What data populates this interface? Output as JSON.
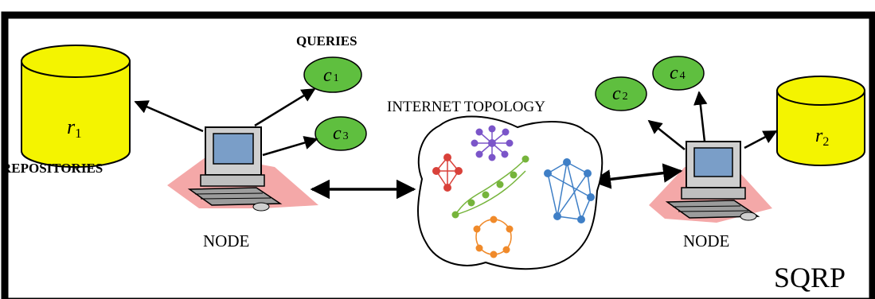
{
  "diagram": {
    "title": "SQRP",
    "queries_label": "QUERIES",
    "repositories_label": "REPOSITORIES",
    "internet_label": "INTERNET TOPOLOGY",
    "node_left_label": "NODE",
    "node_right_label": "NODE",
    "repositories": [
      {
        "base": "r",
        "sub": "1"
      },
      {
        "base": "r",
        "sub": "2"
      }
    ],
    "queries": [
      {
        "base": "c",
        "sub": "1"
      },
      {
        "base": "c",
        "sub": "3"
      },
      {
        "base": "c",
        "sub": "2"
      },
      {
        "base": "c",
        "sub": "4"
      }
    ],
    "colors": {
      "repository_fill": "#f4f400",
      "query_fill": "#5fbf3f",
      "shadow_fill": "#f4a8a8",
      "cluster_red": "#d9413a",
      "cluster_purple": "#7b55c9",
      "cluster_green": "#76b43b",
      "cluster_blue": "#3f7fc6",
      "cluster_orange": "#f08a2a"
    }
  }
}
